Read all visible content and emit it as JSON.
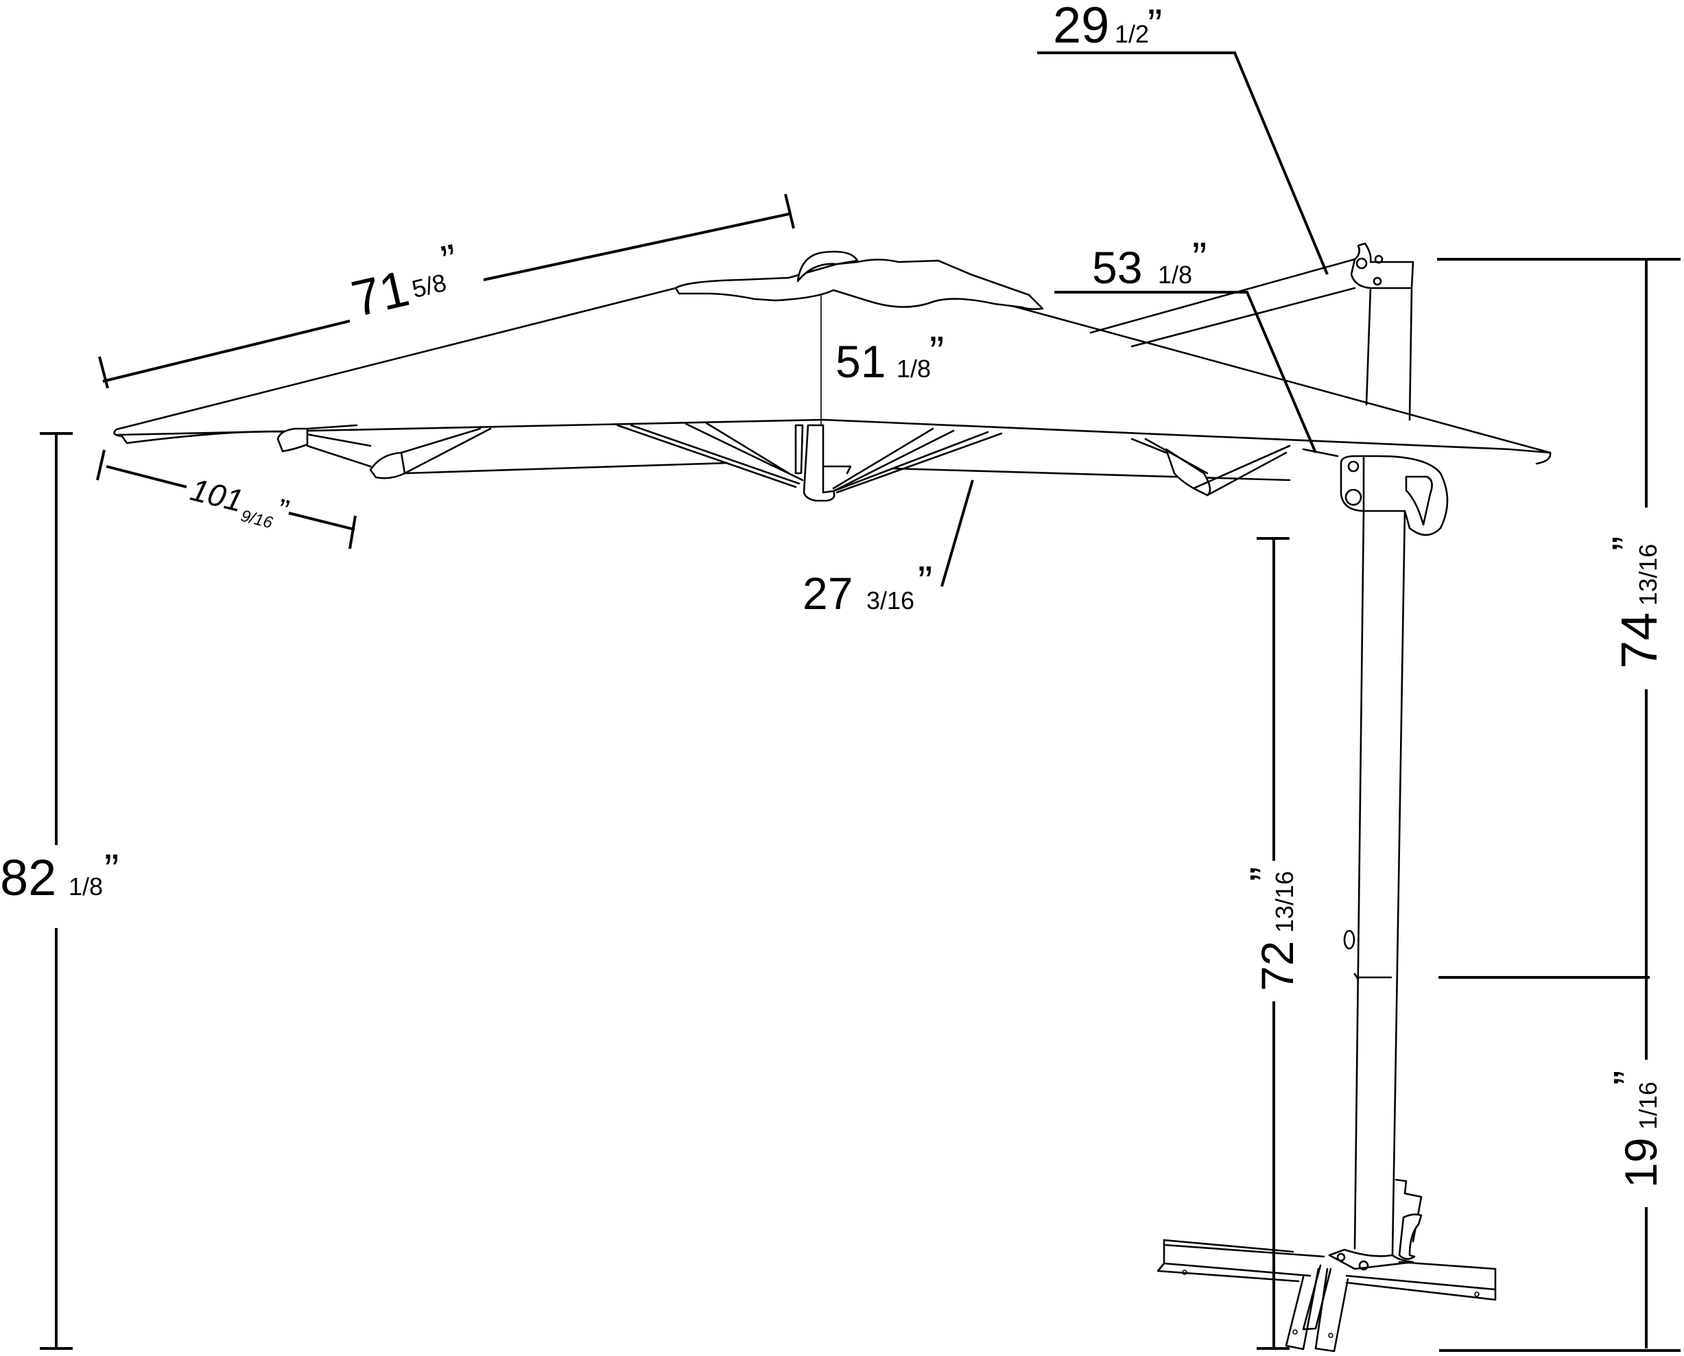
{
  "diagram": {
    "subject": "Cantilever offset patio umbrella with cross base",
    "line_color": "#000000",
    "background": "#ffffff",
    "unit_mark": "”",
    "dimensions": {
      "arm_top": {
        "whole": "29",
        "frac": "1/2",
        "label": "29 1/2\""
      },
      "arm_length": {
        "whole": "53",
        "frac": "1/8",
        "label": "53 1/8\""
      },
      "canopy_rib": {
        "whole": "71",
        "frac": "5/8",
        "label": "71 5/8\""
      },
      "canopy_height": {
        "whole": "51",
        "frac": "1/8",
        "label": "51 1/8\""
      },
      "canopy_diameter": {
        "whole": "101",
        "frac": "9/16",
        "label": "101 9/16\""
      },
      "strut": {
        "whole": "27",
        "frac": "3/16",
        "label": "27 3/16\""
      },
      "total_height": {
        "whole": "82",
        "frac": "1/8",
        "label": "82 1/8\""
      },
      "clearance_height": {
        "whole": "72",
        "frac": "13/16",
        "label": "72 13/16\""
      },
      "pole_upper": {
        "whole": "74",
        "frac": "13/16",
        "label": "74 13/16\""
      },
      "pole_lower": {
        "whole": "19",
        "frac": "1/16",
        "label": "19 1/16\""
      }
    }
  }
}
